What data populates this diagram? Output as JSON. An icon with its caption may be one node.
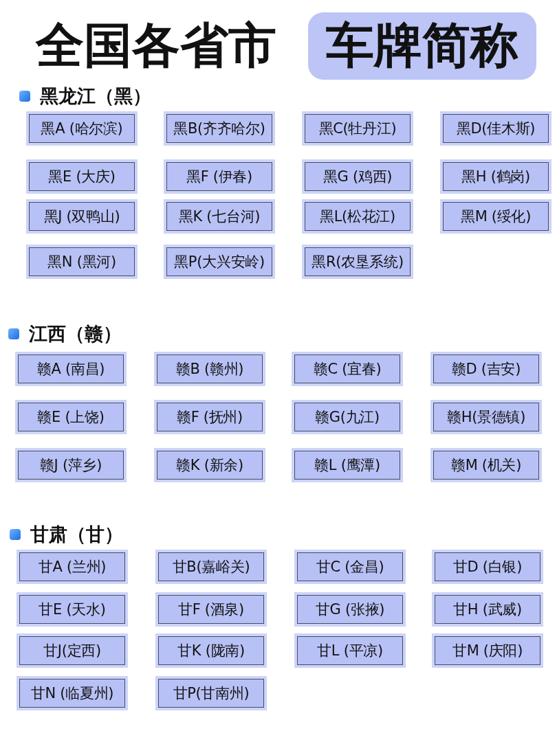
{
  "diagram": {
    "title": "全国各省市",
    "nodes": [
      {
        "text": [
          "车牌简称"
        ]
      },
      {
        "text": [
          "黑A (哈尔滨)"
        ]
      },
      {
        "text": [
          "黑B(齐齐哈尔)"
        ]
      },
      {
        "text": [
          "黑C(牡丹江)"
        ]
      },
      {
        "text": [
          "黑D(佳木斯)"
        ]
      },
      {
        "text": [
          "黑E (大庆)"
        ]
      },
      {
        "text": [
          "黑F (伊春)"
        ]
      },
      {
        "text": [
          "黑G (鸡西)"
        ]
      },
      {
        "text": [
          "黑H (鹤岗)"
        ]
      },
      {
        "text": [
          "黑J (双鸭山)"
        ]
      },
      {
        "text": [
          "黑K (七台河)"
        ]
      },
      {
        "text": [
          "黑L(松花江)"
        ]
      },
      {
        "text": [
          "黑M (绥化)"
        ]
      },
      {
        "text": [
          "黑N (黑河)"
        ]
      },
      {
        "text": [
          "黑P(大兴安岭)"
        ]
      },
      {
        "text": [
          "黑R(农垦系统)"
        ]
      },
      {
        "text": [
          "赣A (南昌)"
        ]
      },
      {
        "text": [
          "赣B (赣州)"
        ]
      },
      {
        "text": [
          "赣C (宜春)"
        ]
      },
      {
        "text": [
          "赣D (吉安)"
        ]
      },
      {
        "text": [
          "赣E (上饶)"
        ]
      },
      {
        "text": [
          "赣F (抚州)"
        ]
      },
      {
        "text": [
          "赣G(九江)"
        ]
      },
      {
        "text": [
          "赣H(景德镇)"
        ]
      },
      {
        "text": [
          "赣J (萍乡)"
        ]
      },
      {
        "text": [
          "赣K (新余)"
        ]
      },
      {
        "text": [
          "赣L (鹰潭)"
        ]
      },
      {
        "text": [
          "赣M (机关)"
        ]
      },
      {
        "text": [
          "甘A (兰州)"
        ]
      },
      {
        "text": [
          "甘B(嘉峪关)"
        ]
      },
      {
        "text": [
          "甘C (金昌)"
        ]
      },
      {
        "text": [
          "甘D (白银)"
        ]
      },
      {
        "text": [
          "甘E (天水)"
        ]
      },
      {
        "text": [
          "甘F (酒泉)"
        ]
      },
      {
        "text": [
          "甘G (张掖)"
        ]
      },
      {
        "text": [
          "甘H (武威)"
        ]
      },
      {
        "text": [
          "甘J(定西)"
        ]
      },
      {
        "text": [
          "甘K (陇南)"
        ]
      },
      {
        "text": [
          "甘L (平凉)"
        ]
      },
      {
        "text": [
          "甘M (庆阳)"
        ]
      },
      {
        "text": [
          "甘N (临夏州)"
        ]
      },
      {
        "text": [
          "甘P(甘南州)"
        ]
      }
    ],
    "labels": [
      "黑龙江（黑）",
      "江西（赣）",
      "甘肃（甘）"
    ]
  }
}
